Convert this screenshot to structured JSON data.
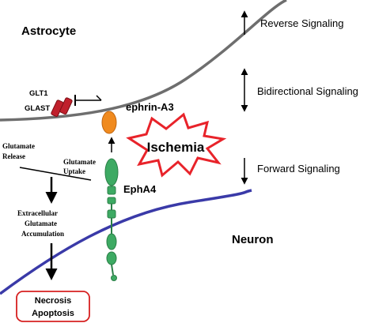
{
  "labels": {
    "astrocyte": "Astrocyte",
    "neuron": "Neuron",
    "glt1": "GLT1",
    "glast": "GLAST",
    "ephrin_a3": "ephrin-A3",
    "epha4": "EphA4",
    "ischemia": "Ischemia",
    "glutamate_release_1": "Glutamate",
    "glutamate_release_2": "Release",
    "glutamate_uptake_1": "Glutamate",
    "glutamate_uptake_2": "Uptake",
    "accumulation_1": "Extracellular",
    "accumulation_2": "Glutamate",
    "accumulation_3": "Accumulation",
    "outcome_1": "Necrosis",
    "outcome_2": "Apoptosis"
  },
  "signaling": {
    "reverse": "Reverse Signaling",
    "bidirectional": "Bidirectional Signaling",
    "forward": "Forward Signaling"
  },
  "colors": {
    "astrocyte_membrane": "#6e6e6e",
    "neuron_membrane": "#3a3aa8",
    "transporter": "#c0202c",
    "ephrin": "#f08a1e",
    "epha4": "#3daa63",
    "ischemia_outline": "#e8232a",
    "outcome_border": "#d62020"
  }
}
